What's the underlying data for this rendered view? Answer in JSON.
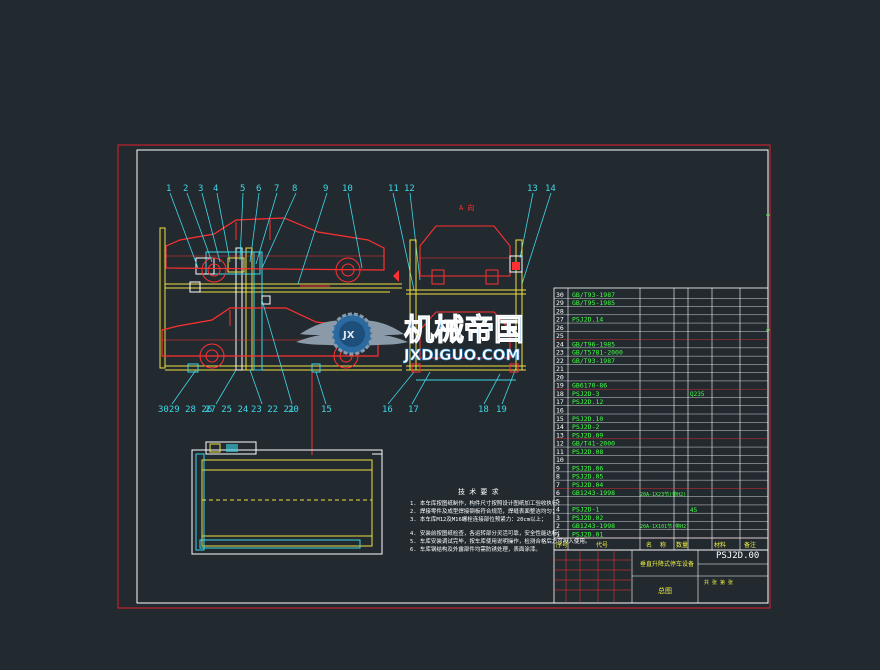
{
  "colors": {
    "background": "#222a30",
    "frame_outer": "#e0202a",
    "frame_inner": "#ffffff",
    "leader": "#3fd7e8",
    "car": "#ff3030",
    "steel": "#f0e040",
    "text_green": "#40ff40",
    "text_yellow": "#f0f040",
    "watermark_blue": "#2b8fd8",
    "watermark_gray": "#8a9aa8"
  },
  "callouts_top": [
    "1",
    "2",
    "3",
    "4",
    "5",
    "6",
    "7",
    "8",
    "9",
    "10",
    "11",
    "12",
    "13",
    "14"
  ],
  "callouts_bottom": [
    "30",
    "29",
    "28",
    "26",
    "27",
    "25",
    "24",
    "23",
    "22",
    "21",
    "20",
    "19",
    "18",
    "17",
    "16",
    "15"
  ],
  "callout_bottom_groups": [
    "30",
    "29",
    "28",
    "26",
    "27",
    "25",
    "24",
    "23",
    "22",
    "21",
    "20",
    "15"
  ],
  "callout_bottom_groups_display": [
    "3029 28 26",
    "27 25 24",
    "23 22 21",
    "20",
    "15",
    "16",
    "17",
    "18",
    "19"
  ],
  "view_label": "A 向",
  "tech_title": "技 术 要 求",
  "tech_lines": [
    "1. 本车库按图纸制作，构件尺寸按照设计图纸加工验收执行；",
    "2. 焊接零件及成型焊接钢板符合规范，焊缝表面整洁均匀；",
    "3. 本车库M12及M16螺栓连接部位预紧力：20cm以上；",
    "4. 安装前按图纸检查，各运转部分灵活可靠，安全性能达标；",
    "5. 车库安装调试完毕，按车库使用说明操作，检测合格后方可投入使用。",
    "6. 车库钢结构及外露部件均需防锈处理，表面涂漆。"
  ],
  "bom_rows": [
    {
      "no": "30",
      "code": "GB/T93-1987"
    },
    {
      "no": "29",
      "code": "GB/T95-1985"
    },
    {
      "no": "28",
      "code": ""
    },
    {
      "no": "27",
      "code": "PSJ2D.14"
    },
    {
      "no": "26",
      "code": ""
    },
    {
      "no": "25",
      "code": ""
    },
    {
      "no": "24",
      "code": "GB/T96-1985"
    },
    {
      "no": "23",
      "code": "GB/T5781-2000"
    },
    {
      "no": "22",
      "code": "GB/T93-1987"
    },
    {
      "no": "21",
      "code": ""
    },
    {
      "no": "20",
      "code": ""
    },
    {
      "no": "19",
      "code": "GB6170-86"
    },
    {
      "no": "18",
      "code": "PSJ2D-3"
    },
    {
      "no": "17",
      "code": "PSJ2D.12"
    },
    {
      "no": "16",
      "code": ""
    },
    {
      "no": "15",
      "code": "PSJ2D.10"
    },
    {
      "no": "14",
      "code": "PSJ2D-2"
    },
    {
      "no": "13",
      "code": "PSJ2D.09"
    },
    {
      "no": "12",
      "code": "GB/T41-2000"
    },
    {
      "no": "11",
      "code": "PSJ2D.08"
    },
    {
      "no": "10",
      "code": ""
    },
    {
      "no": "9",
      "code": "PSJ2D.06"
    },
    {
      "no": "8",
      "code": "PSJ2D.05"
    },
    {
      "no": "7",
      "code": "PSJ2D.04"
    },
    {
      "no": "6",
      "code": "GB1243-1998"
    },
    {
      "no": "5",
      "code": ""
    },
    {
      "no": "4",
      "code": "PSJ2D-1"
    },
    {
      "no": "3",
      "code": "PSJ2D.02"
    },
    {
      "no": "2",
      "code": "GB1243-1998"
    },
    {
      "no": "1",
      "code": "PSJ2D.01"
    }
  ],
  "bom_material_q235": "Q235",
  "bom_qty_45": "45",
  "bom_chain_a": "20A-1X23节(带H2)",
  "bom_chain_b": "20A-1X101节(带H2)",
  "bom_header": [
    "序号",
    "代号",
    "名",
    "称",
    "数量",
    "材料",
    "备注"
  ],
  "drawing_no": "PSJ2D.00",
  "title_name": "垂直升降式停车设备",
  "title_label": "总图",
  "title_scale_row": "共 张 第 张",
  "watermark_cn": "机械帝国",
  "watermark_en": "JXDIGUO.COM",
  "watermark_badge": "JX"
}
